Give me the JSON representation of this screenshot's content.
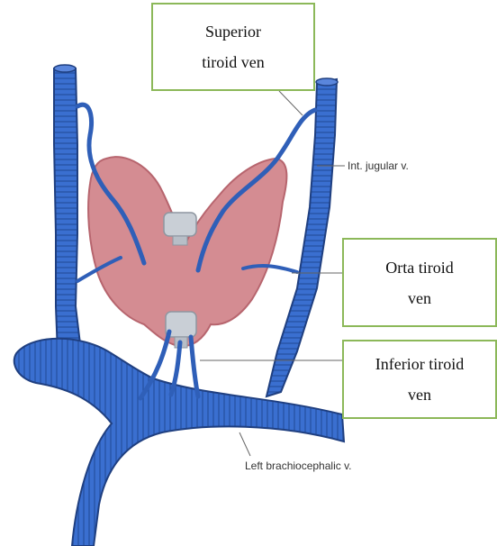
{
  "labels": {
    "superior": [
      "Superior",
      "tiroid ven"
    ],
    "orta": [
      "Orta tiroid",
      "ven"
    ],
    "inferior": [
      "Inferior tiroid",
      "ven"
    ],
    "jugular": "Int. jugular v.",
    "brachiocephalic": "Left brachiocephalic v."
  },
  "colors": {
    "vein": "#3a6fd0",
    "vein_stripe": "#244f9e",
    "thyroid": "#d48c92",
    "thyroid_edge": "#b7656e",
    "trachea": "#c9cfd6",
    "box_border": "#8cb859"
  }
}
